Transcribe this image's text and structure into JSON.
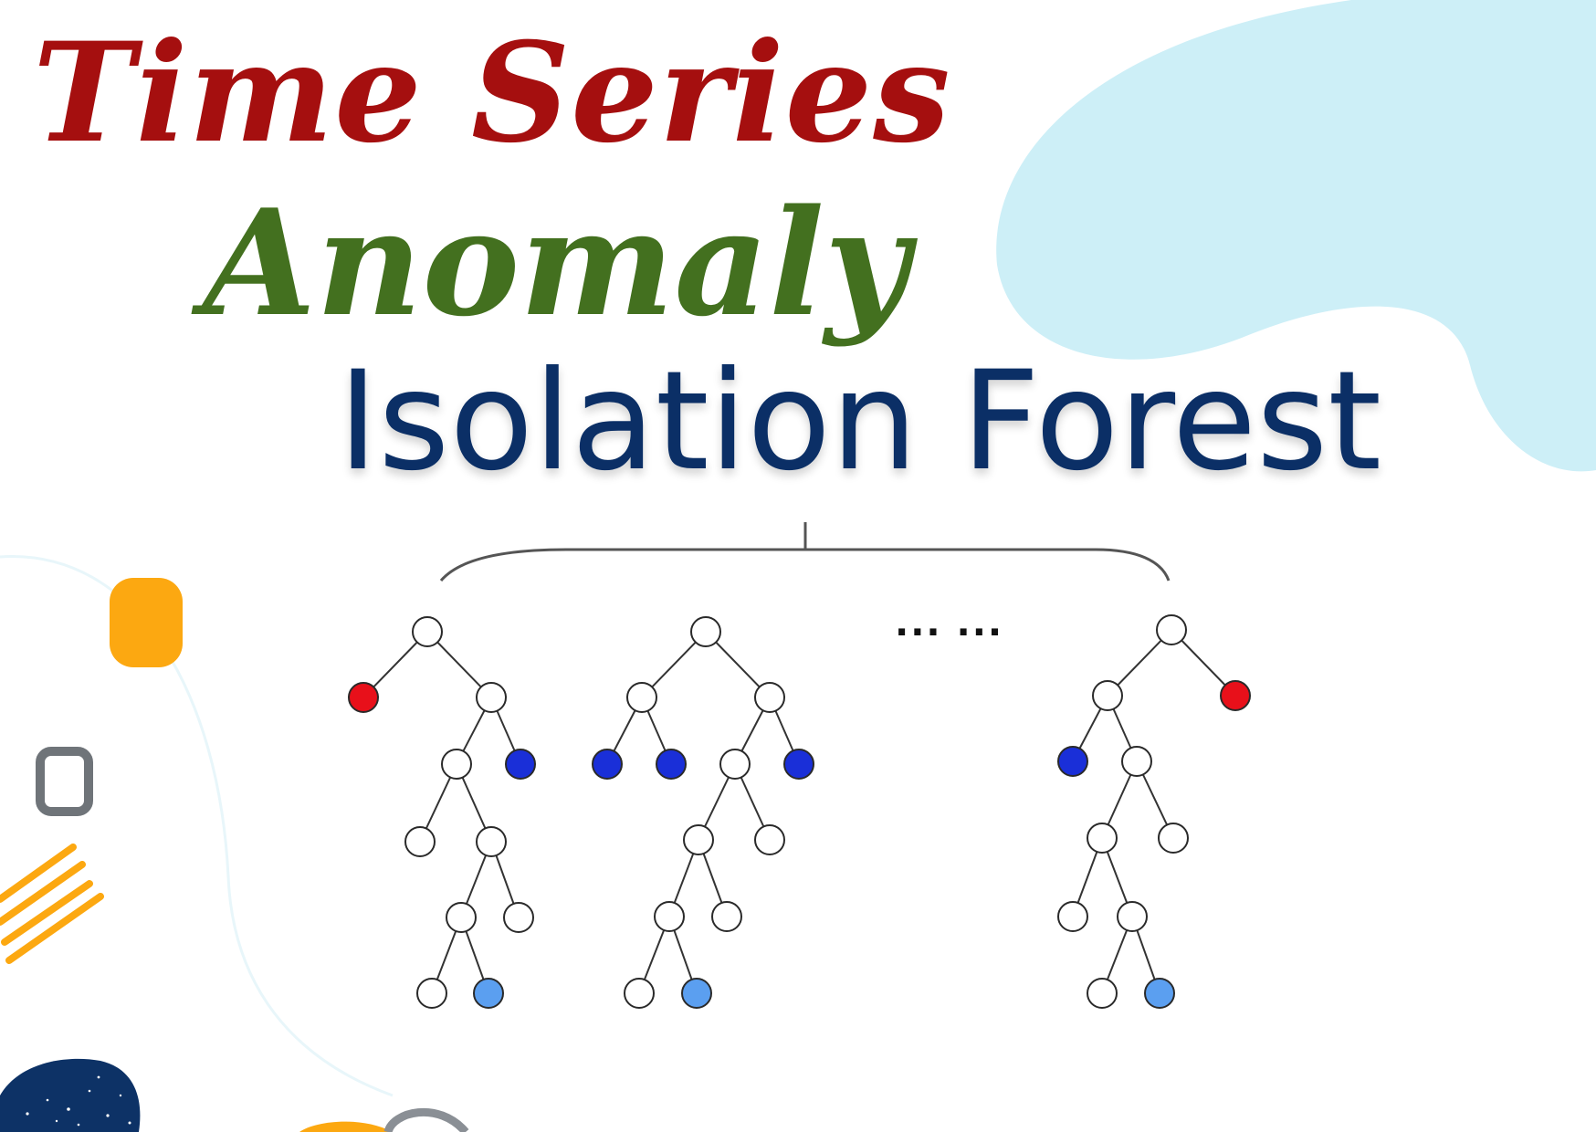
{
  "title": {
    "line1": "Time Series",
    "line2": "Anomaly",
    "line3": "Isolation Forest"
  },
  "diagram": {
    "ellipsis": "... ...",
    "trees": [
      {
        "name": "tree-1",
        "nodes": [
          {
            "id": "r",
            "kind": "internal"
          },
          {
            "id": "a",
            "kind": "anomaly",
            "parent": "r"
          },
          {
            "id": "b",
            "kind": "internal",
            "parent": "r"
          },
          {
            "id": "c",
            "kind": "internal",
            "parent": "b"
          },
          {
            "id": "d",
            "kind": "isolated",
            "parent": "b"
          },
          {
            "id": "e",
            "kind": "internal",
            "parent": "c"
          },
          {
            "id": "f",
            "kind": "internal",
            "parent": "c"
          },
          {
            "id": "g",
            "kind": "internal",
            "parent": "f"
          },
          {
            "id": "h",
            "kind": "internal",
            "parent": "f"
          },
          {
            "id": "i",
            "kind": "internal",
            "parent": "g"
          },
          {
            "id": "j",
            "kind": "normal",
            "parent": "g"
          }
        ]
      },
      {
        "name": "tree-2",
        "nodes": [
          {
            "id": "r",
            "kind": "internal"
          },
          {
            "id": "a",
            "kind": "internal",
            "parent": "r"
          },
          {
            "id": "b",
            "kind": "internal",
            "parent": "r"
          },
          {
            "id": "c",
            "kind": "isolated",
            "parent": "a"
          },
          {
            "id": "d",
            "kind": "isolated",
            "parent": "a"
          },
          {
            "id": "e",
            "kind": "internal",
            "parent": "b"
          },
          {
            "id": "f",
            "kind": "isolated",
            "parent": "b"
          },
          {
            "id": "g",
            "kind": "internal",
            "parent": "e"
          },
          {
            "id": "h",
            "kind": "internal",
            "parent": "e"
          },
          {
            "id": "i",
            "kind": "internal",
            "parent": "g"
          },
          {
            "id": "j",
            "kind": "internal",
            "parent": "g"
          },
          {
            "id": "k",
            "kind": "internal",
            "parent": "i"
          },
          {
            "id": "l",
            "kind": "normal",
            "parent": "i"
          }
        ]
      },
      {
        "name": "tree-n",
        "nodes": [
          {
            "id": "r",
            "kind": "internal"
          },
          {
            "id": "a",
            "kind": "internal",
            "parent": "r"
          },
          {
            "id": "b",
            "kind": "anomaly",
            "parent": "r"
          },
          {
            "id": "c",
            "kind": "isolated",
            "parent": "a"
          },
          {
            "id": "d",
            "kind": "internal",
            "parent": "a"
          },
          {
            "id": "e",
            "kind": "internal",
            "parent": "d"
          },
          {
            "id": "f",
            "kind": "internal",
            "parent": "d"
          },
          {
            "id": "g",
            "kind": "internal",
            "parent": "e"
          },
          {
            "id": "h",
            "kind": "internal",
            "parent": "e"
          },
          {
            "id": "i",
            "kind": "internal",
            "parent": "h"
          },
          {
            "id": "j",
            "kind": "normal",
            "parent": "h"
          }
        ]
      }
    ]
  },
  "colors": {
    "title_line1": "#a50f0f",
    "title_line2": "#43701f",
    "title_line3": "#0b2f66",
    "node_internal_fill": "#ffffff",
    "node_stroke": "#2a2a2a",
    "node_anomaly": "#e8101a",
    "node_isolated": "#1a2fd8",
    "node_normal": "#5b9ff0",
    "edge": "#333333",
    "blob_lightblue": "#cdeff7",
    "accent_orange": "#fca811",
    "accent_gray": "#6f7479",
    "accent_navy": "#0d3266"
  }
}
